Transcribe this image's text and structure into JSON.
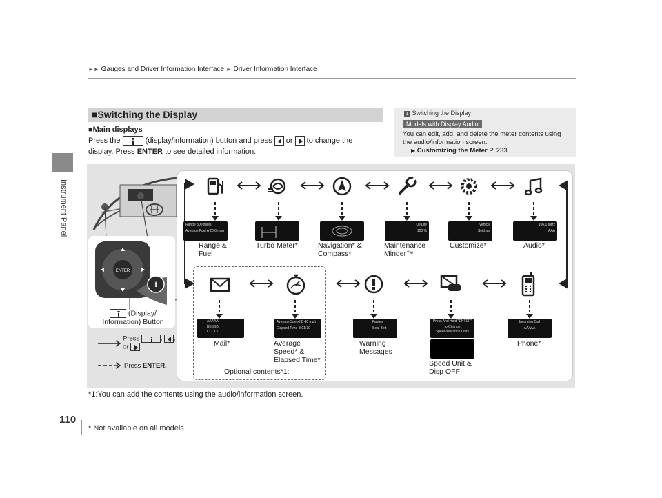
{
  "breadcrumb": {
    "part1": "Gauges and Driver Information Interface",
    "part2": "Driver Information Interface"
  },
  "side_label": "Instrument Panel",
  "page_number": "110",
  "footnote_bottom": "* Not available on all models",
  "section": {
    "title": "■Switching the Display",
    "subheading": "■Main displays",
    "para_1": "Press the",
    "para_2": "(display/information) button and press",
    "para_3": "or",
    "para_4": "to change the",
    "para_5": "display. Press",
    "para_enter": "ENTER",
    "para_6": "to see detailed information."
  },
  "note": {
    "title": "Switching the Display",
    "badge": "Models with Display Audio",
    "text": "You can edit, add, and delete the meter contents using the audio/information screen.",
    "ref_bold": "Customizing the Meter",
    "ref_page": "P. 233"
  },
  "diagram": {
    "top_row": [
      {
        "label": "Range &",
        "label2": "Fuel",
        "icon": "fuel-pump-icon"
      },
      {
        "label": "Turbo Meter*",
        "label2": "",
        "icon": "turbo-icon"
      },
      {
        "label": "Navigation* &",
        "label2": "Compass*",
        "icon": "navigation-icon"
      },
      {
        "label": "Maintenance",
        "label2": "Minder™",
        "icon": "wrench-icon"
      },
      {
        "label": "Customize*",
        "label2": "",
        "icon": "gear-icon"
      },
      {
        "label": "Audio*",
        "label2": "",
        "icon": "music-note-icon"
      }
    ],
    "bottom_row": [
      {
        "label": "Mail*",
        "label2": "",
        "label3": "",
        "icon": "envelope-icon"
      },
      {
        "label": "Average",
        "label2": "Speed* &",
        "label3": "Elapsed Time*",
        "icon": "stopwatch-icon"
      },
      {
        "label": "Warning",
        "label2": "Messages",
        "label3": "",
        "icon": "warning-icon"
      },
      {
        "label": "Speed Unit &",
        "label2": "Disp OFF",
        "label3": "",
        "icon": "display-off-icon"
      },
      {
        "label": "Phone*",
        "label2": "",
        "label3": "",
        "icon": "phone-icon"
      }
    ],
    "optional_label": "Optional contents*1:",
    "button_label_1": "(Display/",
    "button_label_2": "Information) Button",
    "enter_key": "ENTER",
    "legend_press": "Press",
    "legend_or": "or",
    "legend_press_enter": "Press",
    "legend_enter": "ENTER.",
    "screens": {
      "range_1": "Range  300 miles",
      "range_2": "Average Fuel A  20.0 mpg",
      "oil_life_1": "Oil Life",
      "oil_life_2": "100 %",
      "vehicle_1": "Vehicle",
      "vehicle_2": "Settings",
      "audio_1": "106.1 MHz",
      "audio_2": "AAA",
      "mail_1": "AAAAA",
      "mail_2": "BBBBB",
      "mail_3": "CCCCC",
      "avg_1": "Average Speed B   40 mph",
      "avg_2": "Elapsed Time B   01:30",
      "warn_1": "Fasten",
      "warn_2": "Seat Belt",
      "speed_1": "Press And Hold \"ENTER\"",
      "speed_2": "to Change",
      "speed_3": "Speed/Distance Units",
      "phone_1": "Incoming Call",
      "phone_2": "AAAAA"
    }
  },
  "footnote_diagram": "*1:You can add the contents using the audio/information screen."
}
